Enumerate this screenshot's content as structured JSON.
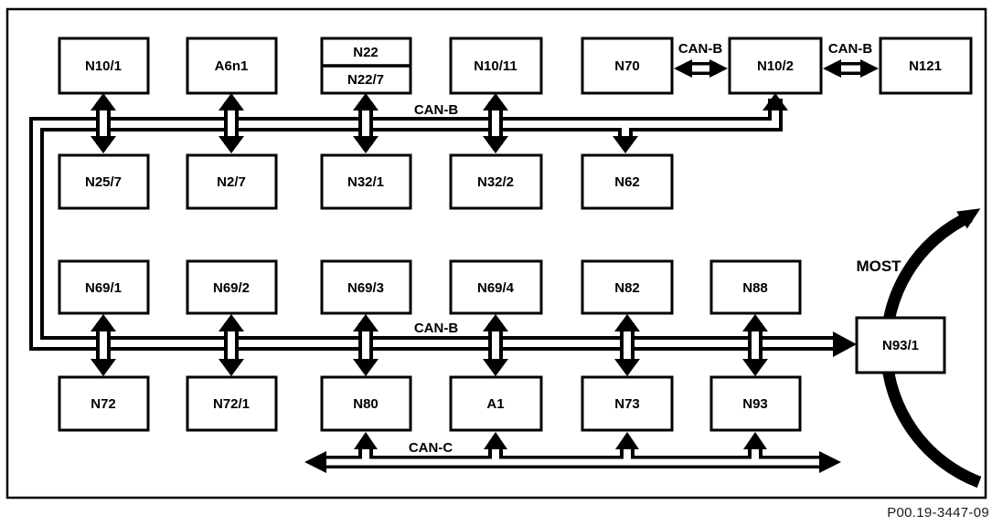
{
  "page": {
    "background": "#ffffff",
    "line_color": "#000000",
    "caption": "P00.19-3447-09"
  },
  "bus_labels": {
    "can_b_top": "CAN-B",
    "can_b_bottom": "CAN-B",
    "can_c": "CAN-C",
    "most": "MOST",
    "can_b_n70_n10_2": "CAN-B",
    "can_b_n10_2_n121": "CAN-B"
  },
  "nodes": {
    "n10_1": "N10/1",
    "a6n1": "A6n1",
    "n22": "N22",
    "n22_7": "N22/7",
    "n10_11": "N10/11",
    "n70": "N70",
    "n10_2": "N10/2",
    "n121": "N121",
    "n25_7": "N25/7",
    "n2_7": "N2/7",
    "n32_1": "N32/1",
    "n32_2": "N32/2",
    "n62": "N62",
    "n69_1": "N69/1",
    "n69_2": "N69/2",
    "n69_3": "N69/3",
    "n69_4": "N69/4",
    "n82": "N82",
    "n88": "N88",
    "n72": "N72",
    "n72_1": "N72/1",
    "n80": "N80",
    "a1": "A1",
    "n73": "N73",
    "n93": "N93",
    "n93_1": "N93/1"
  }
}
